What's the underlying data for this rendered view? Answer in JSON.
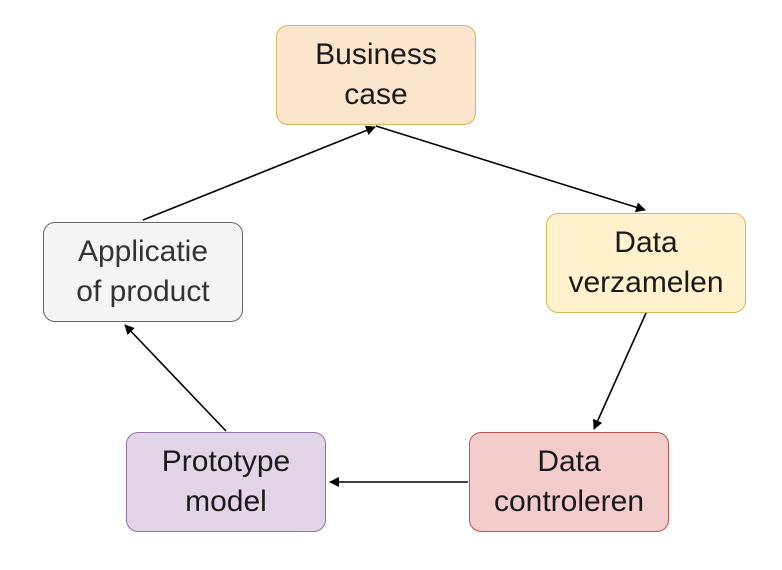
{
  "diagram": {
    "nodes": [
      {
        "id": "business",
        "label": "Business\ncase",
        "fill": "#fce5cd",
        "stroke": "#d6b656"
      },
      {
        "id": "verzamel",
        "label": "Data\nverzamelen",
        "fill": "#fff2cc",
        "stroke": "#d6b656"
      },
      {
        "id": "control",
        "label": "Data\ncontroleren",
        "fill": "#f4cccc",
        "stroke": "#b85450"
      },
      {
        "id": "prototype",
        "label": "Prototype\nmodel",
        "fill": "#e1d5e7",
        "stroke": "#9673a6"
      },
      {
        "id": "app",
        "label": "Applicatie\nof product",
        "fill": "#f5f5f5",
        "stroke": "#666666"
      }
    ],
    "edges": [
      {
        "from": "business",
        "to": "verzamel"
      },
      {
        "from": "verzamel",
        "to": "control"
      },
      {
        "from": "control",
        "to": "prototype"
      },
      {
        "from": "prototype",
        "to": "app"
      },
      {
        "from": "app",
        "to": "business"
      }
    ]
  }
}
